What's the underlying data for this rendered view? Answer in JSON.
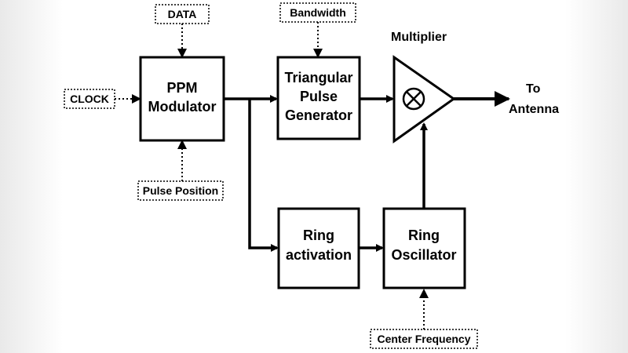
{
  "blocks": {
    "ppm_modulator": {
      "line1": "PPM",
      "line2": "Modulator"
    },
    "triangular_pulse_generator": {
      "line1": "Triangular",
      "line2": "Pulse",
      "line3": "Generator"
    },
    "ring_activation": {
      "line1": "Ring",
      "line2": "activation"
    },
    "ring_oscillator": {
      "line1": "Ring",
      "line2": "Oscillator"
    }
  },
  "inputs": {
    "data": "DATA",
    "clock": "CLOCK",
    "pulse_position": "Pulse Position",
    "bandwidth": "Bandwidth",
    "center_frequency": "Center Frequency"
  },
  "multiplier": {
    "label": "Multiplier",
    "symbol": "⊗"
  },
  "output": {
    "line1": "To",
    "line2": "Antenna"
  },
  "colors": {
    "line": "#000000",
    "background": "#ffffff"
  }
}
